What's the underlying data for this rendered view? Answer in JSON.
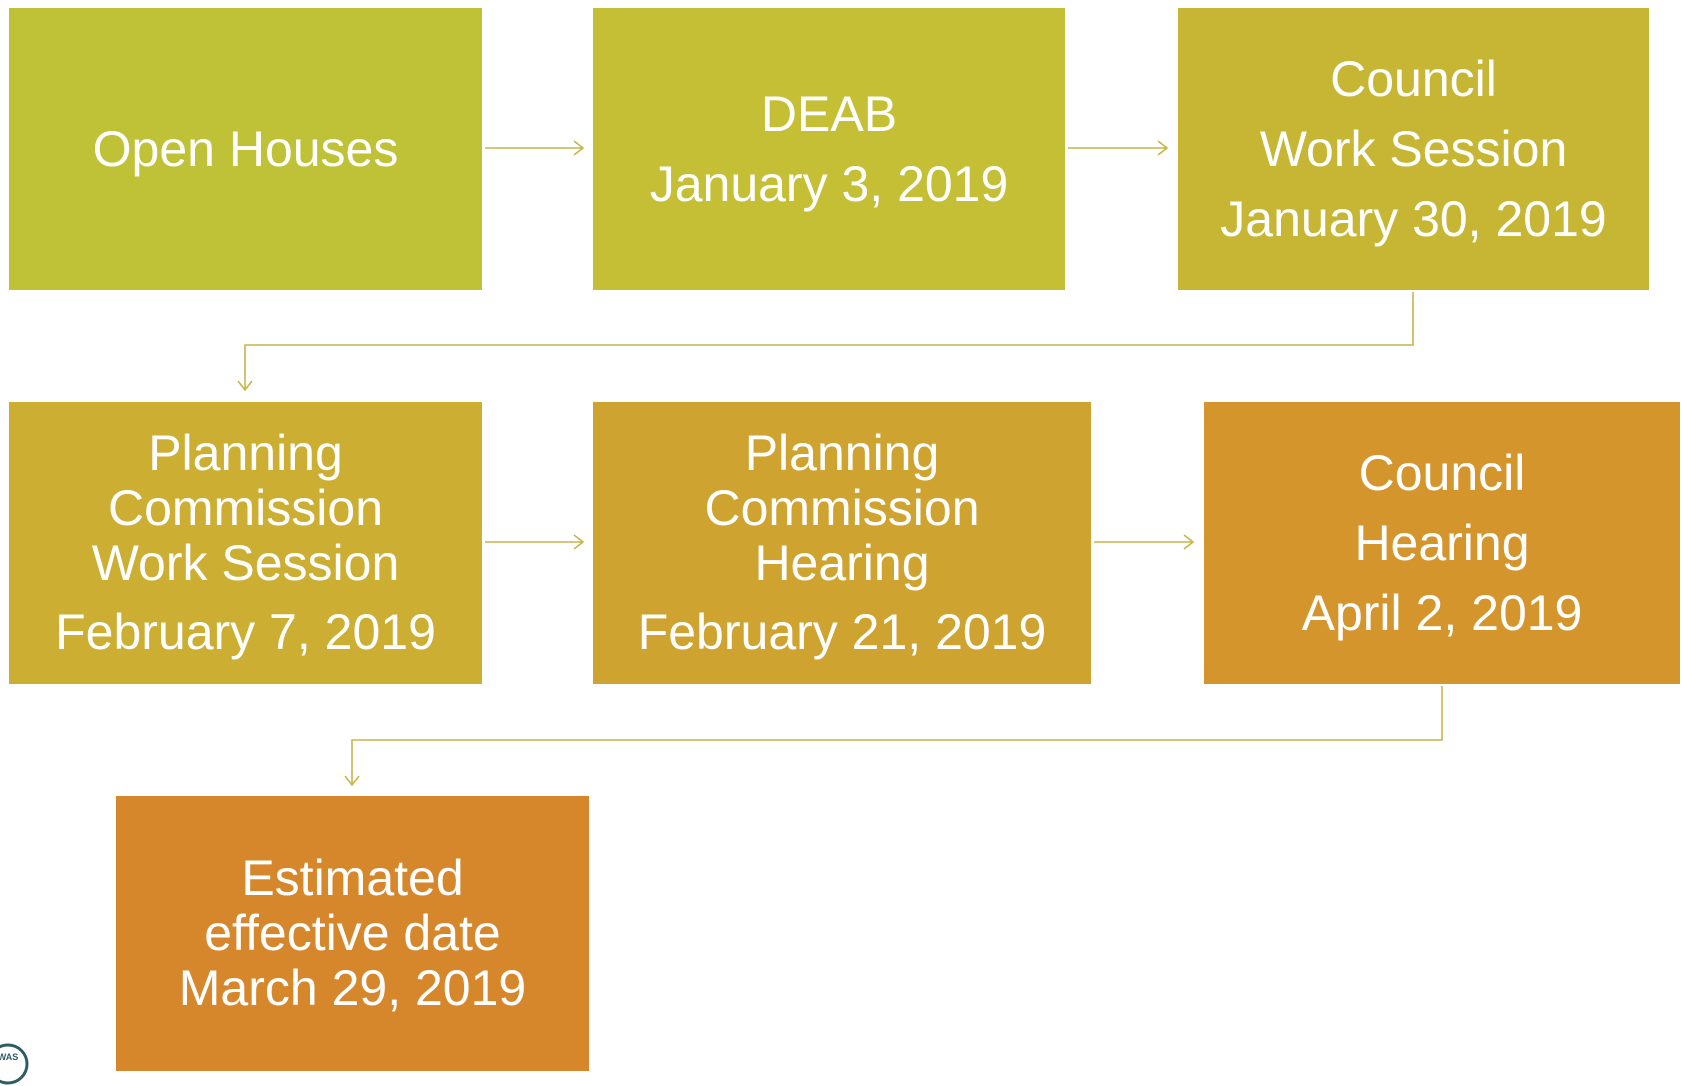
{
  "steps": [
    {
      "lines": [
        "Open Houses"
      ]
    },
    {
      "lines": [
        "DEAB",
        "January 3, 2019"
      ]
    },
    {
      "lines": [
        "Council",
        "Work Session",
        "January 30, 2019"
      ]
    },
    {
      "lines": [
        "Planning",
        "Commission",
        "Work Session"
      ],
      "date": "February 7, 2019"
    },
    {
      "lines": [
        "Planning",
        "Commission",
        "Hearing"
      ],
      "date": "February 21, 2019"
    },
    {
      "lines": [
        "Council",
        "Hearing",
        "April 2, 2019"
      ]
    },
    {
      "lines": [
        "Estimated",
        "effective date",
        "March 29, 2019"
      ]
    }
  ],
  "colors": {
    "connector": "#c9b44a",
    "step1": "#bfc236",
    "step2": "#c4bf35",
    "step3": "#c6b634",
    "step4": "#cbae32",
    "step5": "#cea32f",
    "step6": "#d4952d",
    "step7": "#d7872b"
  },
  "seal": {
    "text": "WAS"
  }
}
